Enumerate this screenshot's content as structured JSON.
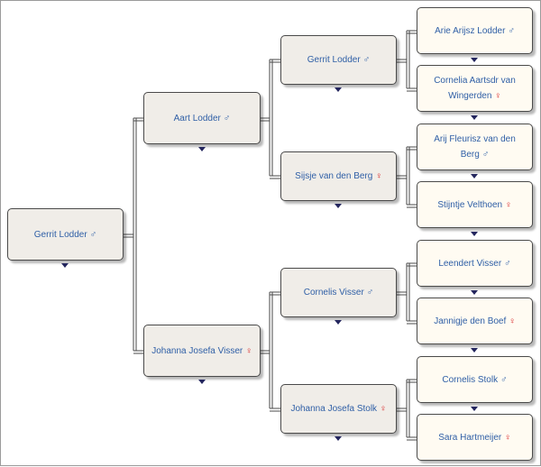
{
  "people": {
    "root": {
      "name": "Gerrit Lodder",
      "gender": "male"
    },
    "father": {
      "name": "Aart Lodder",
      "gender": "male"
    },
    "mother": {
      "name": "Johanna Josefa Visser",
      "gender": "female"
    },
    "ff": {
      "name": "Gerrit Lodder",
      "gender": "male"
    },
    "fm": {
      "name": "Sijsje van den Berg",
      "gender": "female"
    },
    "mf": {
      "name": "Cornelis Visser",
      "gender": "male"
    },
    "mm": {
      "name": "Johanna Josefa Stolk",
      "gender": "female"
    },
    "fff": {
      "name": "Arie Arijsz Lodder",
      "gender": "male"
    },
    "ffm": {
      "name": "Cornelia Aartsdr van Wingerden",
      "gender": "female"
    },
    "fmf": {
      "name": "Arij Fleurisz van den Berg",
      "gender": "male"
    },
    "fmm": {
      "name": "Stijntje Velthoen",
      "gender": "female"
    },
    "mff": {
      "name": "Leendert Visser",
      "gender": "male"
    },
    "mfm": {
      "name": "Jannigje den Boef",
      "gender": "female"
    },
    "mmf": {
      "name": "Cornelis Stolk",
      "gender": "male"
    },
    "mmm": {
      "name": "Sara Hartmeijer",
      "gender": "female"
    }
  },
  "symbols": {
    "male": "♂",
    "female": "♀"
  },
  "colors": {
    "male": "#2f5fa6",
    "female": "#d81f1f",
    "inner_box": "#f0ede8",
    "leaf_box": "#fffbf2",
    "arrow": "#24265e"
  }
}
